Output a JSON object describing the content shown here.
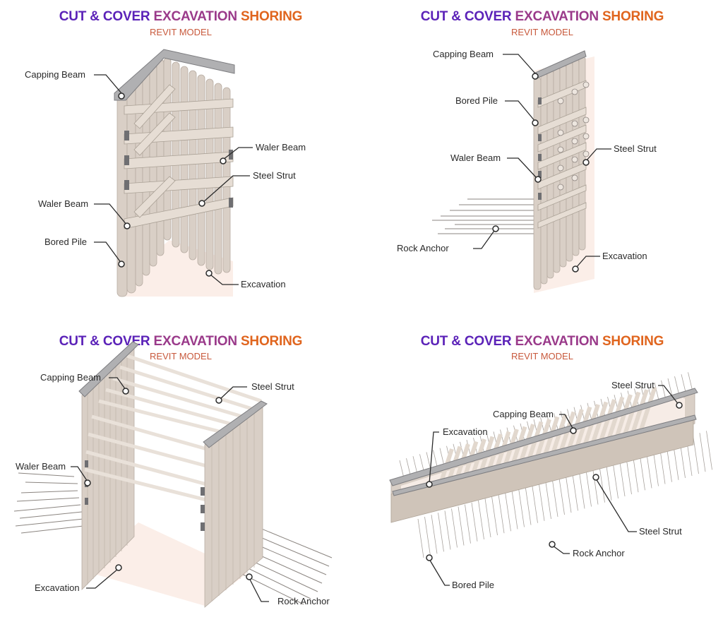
{
  "panels": [
    {
      "title_parts": [
        "CUT & COVER ",
        "EXCAVATION ",
        "SHORING"
      ],
      "subtitle": "REVIT MODEL",
      "labels": {
        "capping_beam": "Capping Beam",
        "waler_beam_right": "Waler Beam",
        "steel_strut": "Steel Strut",
        "waler_beam_left": "Waler Beam",
        "bored_pile": "Bored Pile",
        "excavation": "Excavation"
      }
    },
    {
      "title_parts": [
        "CUT & COVER ",
        "EXCAVATION ",
        "SHORING"
      ],
      "subtitle": "REVIT MODEL",
      "labels": {
        "capping_beam": "Capping Beam",
        "bored_pile": "Bored Pile",
        "waler_beam": "Waler Beam",
        "steel_strut": "Steel Strut",
        "rock_anchor": "Rock Anchor",
        "excavation": "Excavation"
      }
    },
    {
      "title_parts": [
        "CUT & COVER ",
        "EXCAVATION ",
        "SHORING"
      ],
      "subtitle": "REVIT MODEL",
      "labels": {
        "capping_beam": "Capping Beam",
        "steel_strut": "Steel Strut",
        "waler_beam": "Waler Beam",
        "excavation": "Excavation",
        "rock_anchor": "Rock Anchor"
      }
    },
    {
      "title_parts": [
        "CUT & COVER ",
        "EXCAVATION ",
        "SHORING"
      ],
      "subtitle": "REVIT MODEL",
      "labels": {
        "steel_strut_top": "Steel Strut",
        "capping_beam": "Capping Beam",
        "excavation": "Excavation",
        "steel_strut_mid": "Steel Strut",
        "rock_anchor": "Rock Anchor",
        "bored_pile": "Bored Pile"
      }
    }
  ],
  "colors": {
    "title_purple": "#5b22b8",
    "title_magenta": "#9a3a8a",
    "title_orange": "#e0651e",
    "subtitle": "#c8593c",
    "pile": "#d9cfc6",
    "capping_beam": "#a9a9ab",
    "excavation_floor": "#fbeee8"
  }
}
